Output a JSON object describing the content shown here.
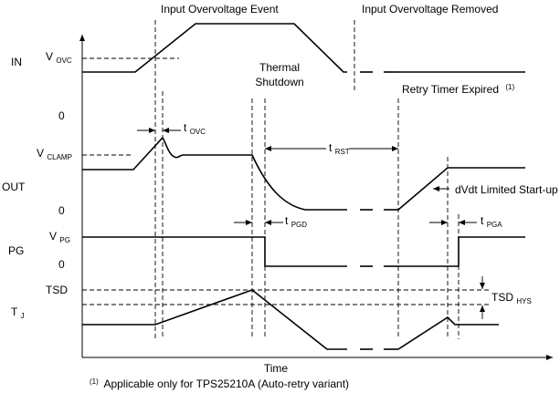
{
  "events": {
    "overvoltage_event": "Input Overvoltage Event",
    "overvoltage_removed": "Input Overvoltage Removed",
    "thermal_shutdown_line1": "Thermal",
    "thermal_shutdown_line2": "Shutdown",
    "retry_timer": "Retry Timer Expired",
    "retry_note_ref": "(1)"
  },
  "signals": {
    "in": "IN",
    "out": "OUT",
    "pg": "PG",
    "tj_main": "T",
    "tj_sub": "J"
  },
  "levels": {
    "vovc_main": "V",
    "vovc_sub": "OVC",
    "zero_out_top": "0",
    "vclamp_main": "V",
    "vclamp_sub": "CLAMP",
    "zero_out_bottom": "0",
    "vpg_main": "V",
    "vpg_sub": "PG",
    "zero_pg": "0",
    "tsd": "TSD",
    "tsdhys_main": "TSD",
    "tsdhys_sub": "HYS"
  },
  "timings": {
    "tovc_main": "t",
    "tovc_sub": "OVC",
    "trst_main": "t",
    "trst_sub": "RST",
    "tpgd_main": "t",
    "tpgd_sub": "PGD",
    "tpga_main": "t",
    "tpga_sub": "PGA"
  },
  "annotations": {
    "dvdt": "dVdt Limited Start-up"
  },
  "axis": {
    "x_label": "Time"
  },
  "footnote": {
    "ref": "(1)",
    "text": "Applicable only for TPS25210A (Auto-retry variant)"
  }
}
